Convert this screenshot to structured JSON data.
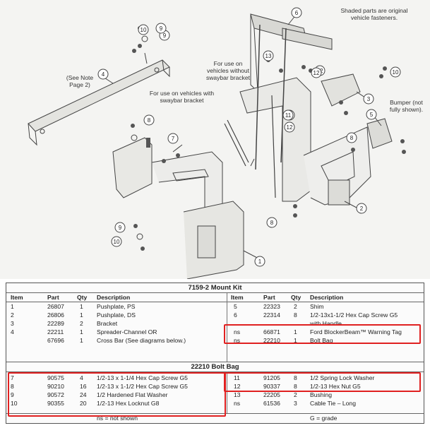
{
  "diagram": {
    "shaded_note": "Shaded parts are original vehicle fasteners.",
    "note_see": "(See Note Page 2)",
    "without_swaybar": "For use on vehicles without swaybar bracket",
    "with_swaybar": "For use on vehicles with swaybar bracket",
    "bumper_note": "Bumper (not fully shown).",
    "callouts": [
      "1",
      "2",
      "3",
      "4",
      "5",
      "6",
      "7",
      "8",
      "9",
      "10",
      "11",
      "12",
      "13"
    ]
  },
  "kit": {
    "title": "7159-2 Mount Kit",
    "headers": [
      "Item",
      "Part",
      "Qty",
      "Description",
      "Item",
      "Part",
      "Qty",
      "Description"
    ],
    "left_rows": [
      {
        "item": "1",
        "part": "26807",
        "qty": "1",
        "desc": "Pushplate, PS"
      },
      {
        "item": "2",
        "part": "26806",
        "qty": "1",
        "desc": "Pushplate, DS"
      },
      {
        "item": "3",
        "part": "22289",
        "qty": "2",
        "desc": "Bracket"
      },
      {
        "item": "4",
        "part": "22211",
        "qty": "1",
        "desc": "Spreader-Channel OR"
      },
      {
        "item": "",
        "part": "67696",
        "qty": "1",
        "desc": "Cross Bar (See diagrams below.)"
      }
    ],
    "right_rows": [
      {
        "item": "5",
        "part": "22323",
        "qty": "2",
        "desc": "Shim"
      },
      {
        "item": "6",
        "part": "22314",
        "qty": "8",
        "desc": "1/2-13x1-1/2 Hex Cap Screw G5"
      },
      {
        "item": "",
        "part": "",
        "qty": "",
        "desc": "with Handle"
      },
      {
        "item": "ns",
        "part": "66871",
        "qty": "1",
        "desc": "Ford BlockerBeam™ Warning Tag"
      },
      {
        "item": "ns",
        "part": "22210",
        "qty": "1",
        "desc": "Bolt Bag"
      }
    ]
  },
  "bolt_bag": {
    "title": "22210 Bolt Bag",
    "left_rows": [
      {
        "item": "7",
        "part": "90575",
        "qty": "4",
        "desc": "1/2-13 x 1-1/4 Hex Cap Screw G5"
      },
      {
        "item": "8",
        "part": "90210",
        "qty": "16",
        "desc": "1/2-13 x 1-1/2 Hex Cap Screw G5"
      },
      {
        "item": "9",
        "part": "90572",
        "qty": "24",
        "desc": "1/2 Hardened Flat Washer"
      },
      {
        "item": "10",
        "part": "90355",
        "qty": "20",
        "desc": "1/2-13 Hex Locknut G8"
      }
    ],
    "right_rows": [
      {
        "item": "11",
        "part": "91205",
        "qty": "8",
        "desc": "1/2 Spring Lock Washer"
      },
      {
        "item": "12",
        "part": "90337",
        "qty": "8",
        "desc": "1/2-13 Hex Nut G5"
      },
      {
        "item": "13",
        "part": "22205",
        "qty": "2",
        "desc": "Bushing"
      },
      {
        "item": "ns",
        "part": "61536",
        "qty": "3",
        "desc": "Cable Tie – Long"
      }
    ]
  },
  "footer": {
    "left": "ns = not shown",
    "right": "G = grade"
  }
}
